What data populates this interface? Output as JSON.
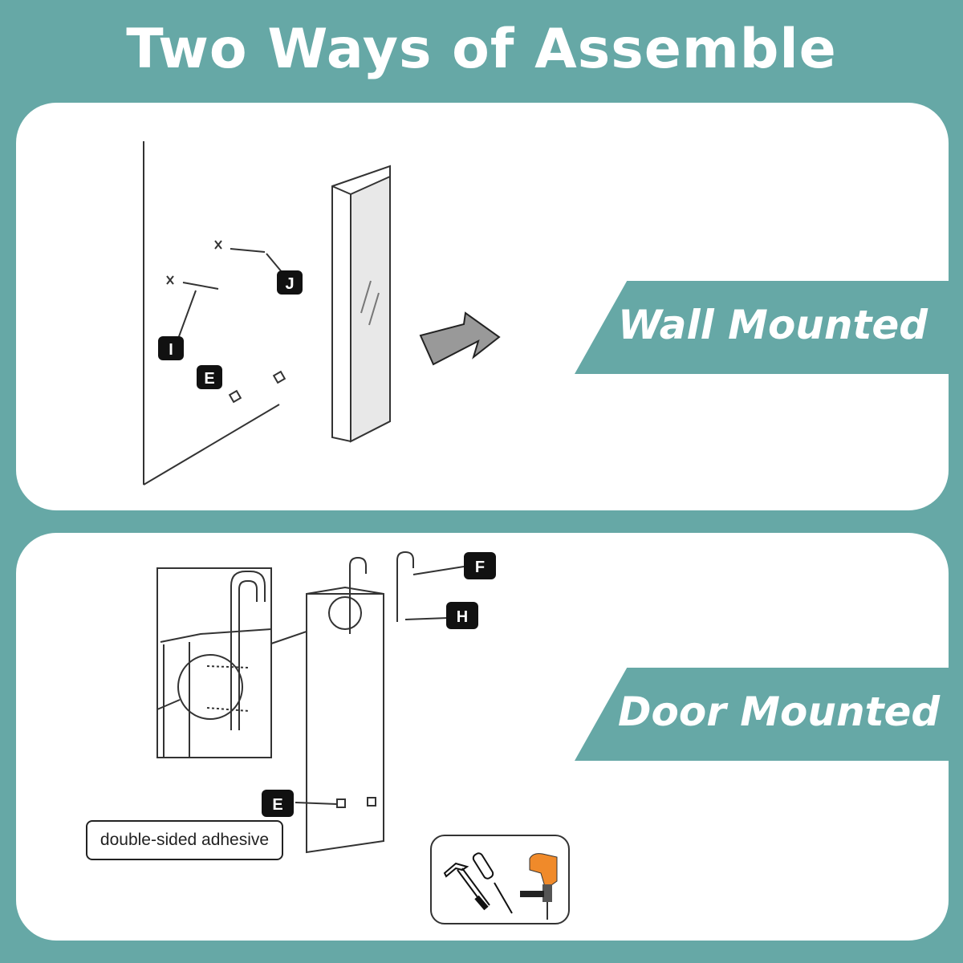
{
  "header": {
    "title": "Two Ways of Assemble"
  },
  "wall": {
    "label": "Wall Mounted",
    "parts": [
      "J",
      "I",
      "E"
    ]
  },
  "door": {
    "label": "Door Mounted",
    "parts": [
      "F",
      "H",
      "E"
    ],
    "adhesive_label": "double-sided adhesive"
  },
  "tools": {
    "icons": [
      "hammer-icon",
      "screwdriver-icon",
      "drill-icon"
    ]
  },
  "colors": {
    "teal": "#66a8a6",
    "drill_orange": "#f08a2a"
  }
}
